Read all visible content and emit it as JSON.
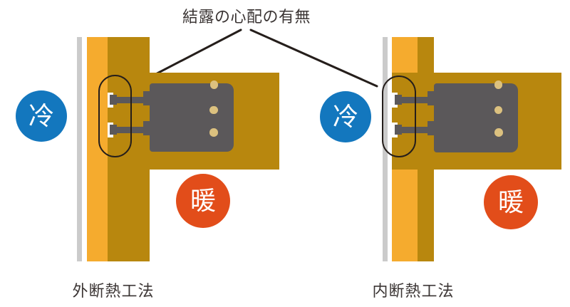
{
  "title": "結露の心配の有無",
  "captions": {
    "external": "外断熱工法",
    "internal": "内断熱工法"
  },
  "badges": {
    "cold": "冷",
    "warm": "暖"
  },
  "colors": {
    "insulation": "#F5AB2E",
    "wood": "#B8870E",
    "siding": "#CBCBCB",
    "bracket": "#5B585A",
    "dot": "#DCC17F",
    "cold": "#1377BE",
    "warm": "#E24D1A",
    "line": "#251E1B",
    "text": "#3B3534"
  }
}
